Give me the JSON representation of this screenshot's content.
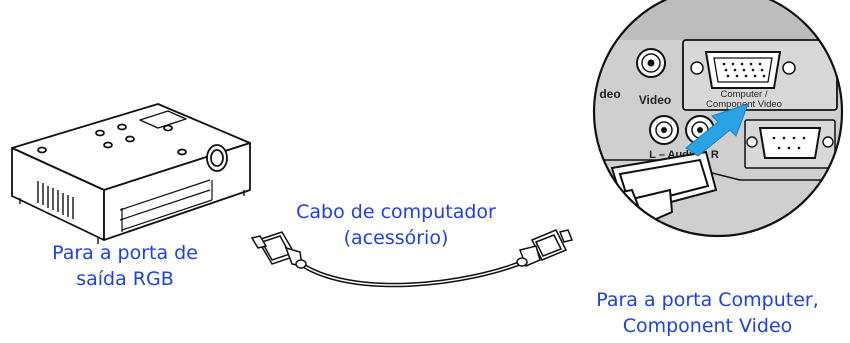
{
  "captions": {
    "rgb_line1": "Para a porta de",
    "rgb_line2": "saída RGB",
    "cable_line1": "Cabo de computador",
    "cable_line2": "(acessório)",
    "computer_line1": "Para a porta Computer,",
    "computer_line2": "Component Video"
  },
  "panel_labels": {
    "video_left": "deo",
    "video": "Video",
    "computer_line1": "Computer /",
    "computer_line2": "Component Video",
    "audio": "L – Audio – R"
  },
  "colors": {
    "caption_text": "#1f3fe0",
    "arrow": "#29a3e6",
    "panel_bg": "#cfcfcf",
    "outline": "#111111"
  }
}
